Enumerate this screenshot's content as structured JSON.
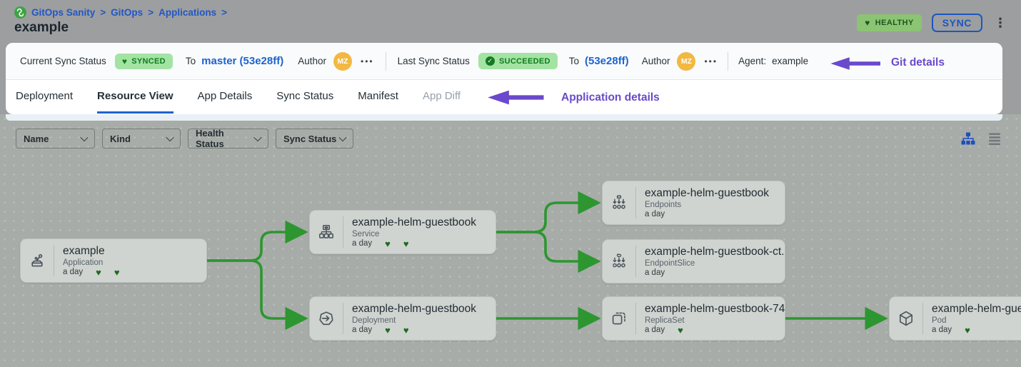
{
  "page": {
    "title": "example"
  },
  "breadcrumb": {
    "items": [
      "GitOps Sanity",
      "GitOps",
      "Applications"
    ],
    "separator": ">"
  },
  "header": {
    "health_badge": "HEALTHY",
    "sync_button": "SYNC"
  },
  "icons": {
    "heart": "♥",
    "check": "✓",
    "kebab": "⋮",
    "ellipsis": "•••"
  },
  "sync_bar": {
    "current": {
      "label": "Current Sync Status",
      "badge": "SYNCED",
      "to_label": "To",
      "ref": "master (53e28ff)",
      "author_label": "Author",
      "avatar": "MZ"
    },
    "last": {
      "label": "Last Sync Status",
      "badge": "SUCCEEDED",
      "to_label": "To",
      "ref": "(53e28ff)",
      "author_label": "Author",
      "avatar": "MZ"
    },
    "agent": {
      "label": "Agent:",
      "value": "example"
    }
  },
  "annotations": {
    "git": "Git details",
    "app": "Application details"
  },
  "tabs": {
    "items": [
      {
        "label": "Deployment"
      },
      {
        "label": "Resource View",
        "active": true
      },
      {
        "label": "App Details"
      },
      {
        "label": "Sync Status"
      },
      {
        "label": "Manifest"
      },
      {
        "label": "App Diff",
        "disabled": true
      }
    ]
  },
  "filters": {
    "items": [
      {
        "label": "Name"
      },
      {
        "label": "Kind"
      },
      {
        "label": "Health Status"
      },
      {
        "label": "Sync Status"
      }
    ]
  },
  "graph": {
    "nodes": [
      {
        "name": "example",
        "kind": "Application",
        "age": "a day",
        "hearts": [
          "♥",
          "♥"
        ]
      },
      {
        "name": "example-helm-guestbook",
        "kind": "Service",
        "age": "a day",
        "hearts": [
          "♥",
          "♥"
        ]
      },
      {
        "name": "example-helm-guestbook",
        "kind": "Deployment",
        "age": "a day",
        "hearts": [
          "♥",
          "♥"
        ]
      },
      {
        "name": "example-helm-guestbook",
        "kind": "Endpoints",
        "age": "a day",
        "hearts": []
      },
      {
        "name": "example-helm-guestbook-ct...",
        "kind": "EndpointSlice",
        "age": "a day",
        "hearts": []
      },
      {
        "name": "example-helm-guestbook-74...",
        "kind": "ReplicaSet",
        "age": "a day",
        "hearts": [
          "♥"
        ]
      },
      {
        "name": "example-helm-guest",
        "kind": "Pod",
        "age": "a day",
        "hearts": [
          "♥"
        ]
      }
    ]
  },
  "colors": {
    "accent_blue": "#1e63cf",
    "badge_green_bg": "#a3e3a3",
    "badge_green_text": "#0e7c1d",
    "healthy_badge_bg": "#8cc473",
    "edge_green": "#2d9630",
    "annotation_purple": "#6a49cc",
    "avatar_amber": "#f2b841",
    "canvas_gray": "#a7aca8"
  }
}
